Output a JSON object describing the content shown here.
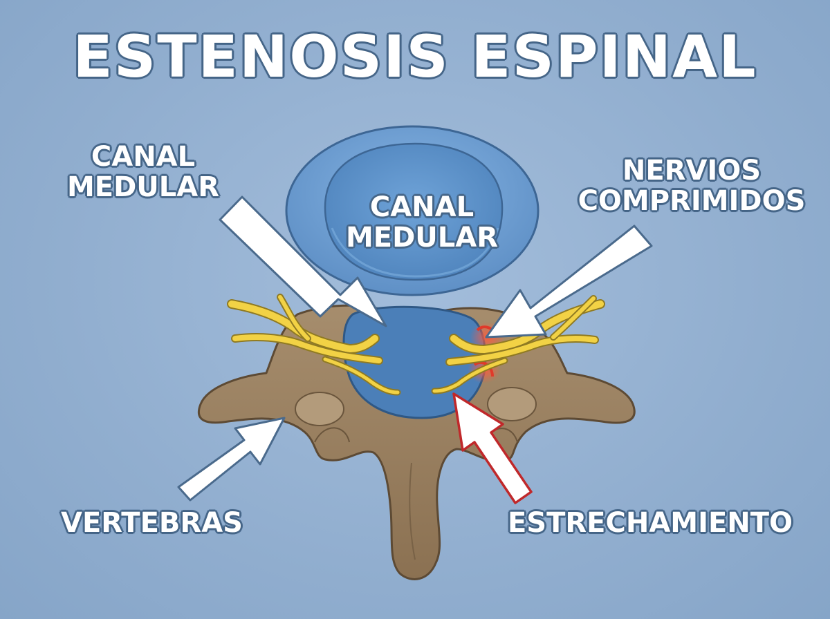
{
  "title": "ESTENOSIS ESPINAL",
  "labels": {
    "canal_left_line1": "CANAL",
    "canal_left_line2": "MEDULAR",
    "canal_center_line1": "CANAL",
    "canal_center_line2": "MEDULAR",
    "nervios_line1": "NERVIOS",
    "nervios_line2": "COMPRIMIDOS",
    "vertebras": "VERTEBRAS",
    "estrechamiento": "ESTRECHAMIENTO"
  },
  "colors": {
    "background": "#94b1d1",
    "vertebral_body": "#6a9bd1",
    "spinal_canal": "#4a7fb8",
    "bone": "#9e8566",
    "nerve": "#f2d245",
    "compression": "#e03a2a",
    "arrow": "#ffffff",
    "arrow_highlight_outline": "#c0282a"
  }
}
